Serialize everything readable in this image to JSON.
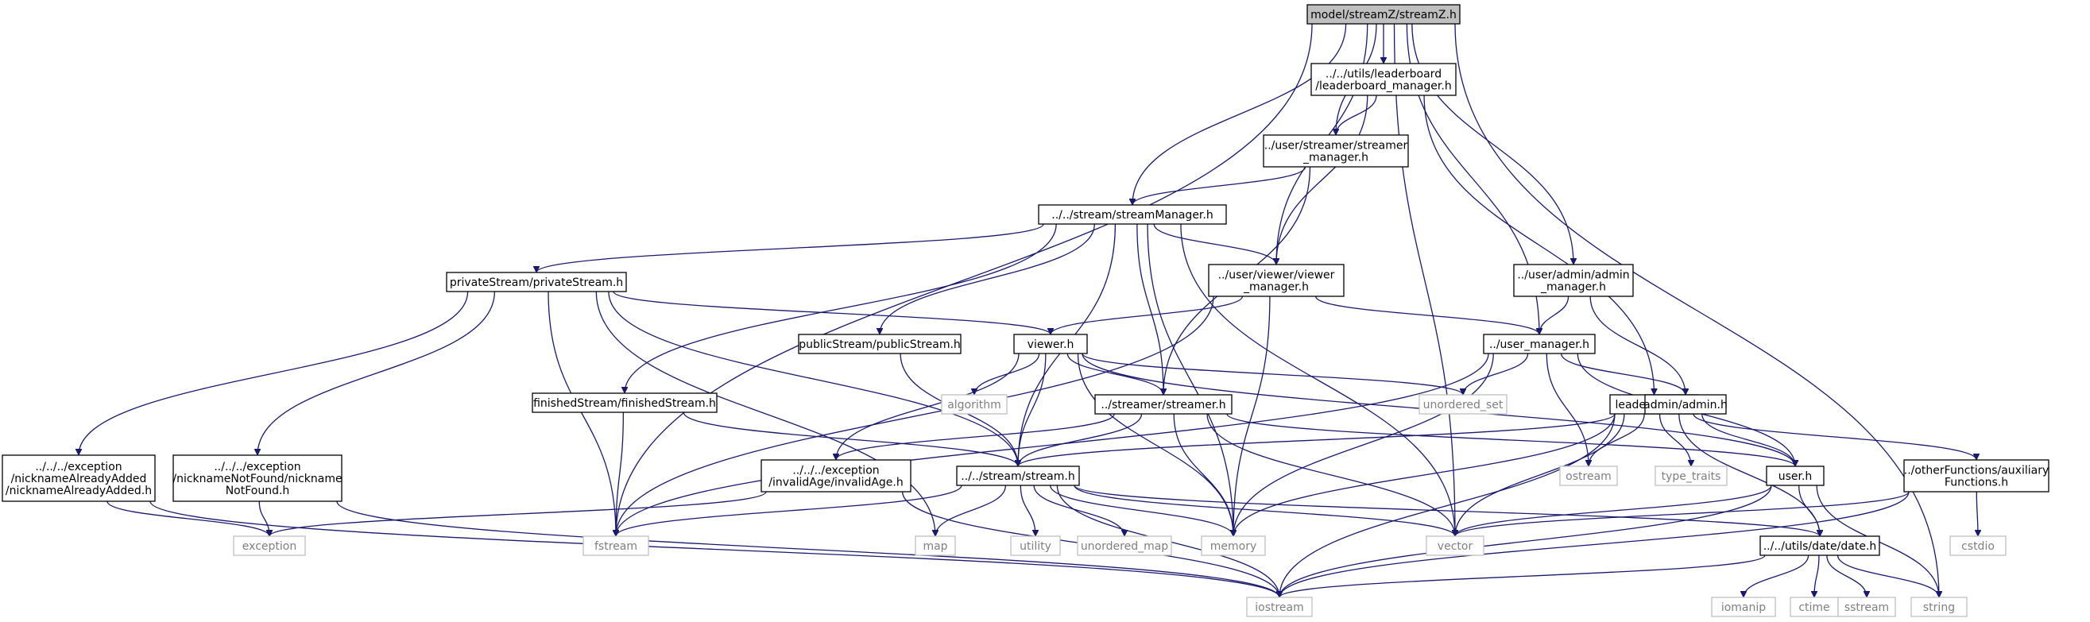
{
  "root": "model/streamZ/streamZ.h",
  "nodes": [
    {
      "id": "root",
      "lines": [
        "model/streamZ/streamZ.h"
      ],
      "kind": "root"
    },
    {
      "id": "leaderboard_manager",
      "lines": [
        "../../utils/leaderboard",
        "/leaderboard_manager.h"
      ],
      "kind": "local"
    },
    {
      "id": "streamer_manager",
      "lines": [
        "../user/streamer/streamer",
        "_manager.h"
      ],
      "kind": "local"
    },
    {
      "id": "streamManager",
      "lines": [
        "../../stream/streamManager.h"
      ],
      "kind": "local"
    },
    {
      "id": "privateStream",
      "lines": [
        "privateStream/privateStream.h"
      ],
      "kind": "local"
    },
    {
      "id": "viewer_manager",
      "lines": [
        "../user/viewer/viewer",
        "_manager.h"
      ],
      "kind": "local"
    },
    {
      "id": "admin_manager",
      "lines": [
        "../user/admin/admin",
        "_manager.h"
      ],
      "kind": "local"
    },
    {
      "id": "publicStream",
      "lines": [
        "publicStream/publicStream.h"
      ],
      "kind": "local"
    },
    {
      "id": "viewer",
      "lines": [
        "viewer.h"
      ],
      "kind": "local"
    },
    {
      "id": "user_manager",
      "lines": [
        "../user_manager.h"
      ],
      "kind": "local"
    },
    {
      "id": "finishedStream",
      "lines": [
        "finishedStream/finishedStream.h"
      ],
      "kind": "local"
    },
    {
      "id": "streamer",
      "lines": [
        "../streamer/streamer.h"
      ],
      "kind": "local"
    },
    {
      "id": "leaderboard",
      "lines": [
        "leaderboard.h"
      ],
      "kind": "local"
    },
    {
      "id": "admin",
      "lines": [
        "admin/admin.h"
      ],
      "kind": "local"
    },
    {
      "id": "nicknameAlreadyAdded",
      "lines": [
        "../../../exception",
        "/nicknameAlreadyAdded",
        "/nicknameAlreadyAdded.h"
      ],
      "kind": "local"
    },
    {
      "id": "nicknameNotFound",
      "lines": [
        "../../../exception",
        "/nicknameNotFound/nickname",
        "NotFound.h"
      ],
      "kind": "local"
    },
    {
      "id": "invalidAge",
      "lines": [
        "../../../exception",
        "/invalidAge/invalidAge.h"
      ],
      "kind": "local"
    },
    {
      "id": "stream",
      "lines": [
        "../../stream/stream.h"
      ],
      "kind": "local"
    },
    {
      "id": "user",
      "lines": [
        "user.h"
      ],
      "kind": "local"
    },
    {
      "id": "auxiliary",
      "lines": [
        "../otherFunctions/auxiliary",
        "Functions.h"
      ],
      "kind": "local"
    },
    {
      "id": "date",
      "lines": [
        "../../utils/date/date.h"
      ],
      "kind": "local"
    },
    {
      "id": "algorithm",
      "lines": [
        "algorithm"
      ],
      "kind": "system"
    },
    {
      "id": "unordered_set",
      "lines": [
        "unordered_set"
      ],
      "kind": "system"
    },
    {
      "id": "ostream",
      "lines": [
        "ostream"
      ],
      "kind": "system"
    },
    {
      "id": "type_traits",
      "lines": [
        "type_traits"
      ],
      "kind": "system"
    },
    {
      "id": "exception",
      "lines": [
        "exception"
      ],
      "kind": "system"
    },
    {
      "id": "fstream",
      "lines": [
        "fstream"
      ],
      "kind": "system"
    },
    {
      "id": "map",
      "lines": [
        "map"
      ],
      "kind": "system"
    },
    {
      "id": "utility",
      "lines": [
        "utility"
      ],
      "kind": "system"
    },
    {
      "id": "unordered_map",
      "lines": [
        "unordered_map"
      ],
      "kind": "system"
    },
    {
      "id": "memory",
      "lines": [
        "memory"
      ],
      "kind": "system"
    },
    {
      "id": "vector",
      "lines": [
        "vector"
      ],
      "kind": "system"
    },
    {
      "id": "cstdio",
      "lines": [
        "cstdio"
      ],
      "kind": "system"
    },
    {
      "id": "iostream",
      "lines": [
        "iostream"
      ],
      "kind": "system"
    },
    {
      "id": "iomanip",
      "lines": [
        "iomanip"
      ],
      "kind": "system"
    },
    {
      "id": "ctime",
      "lines": [
        "ctime"
      ],
      "kind": "system"
    },
    {
      "id": "sstream",
      "lines": [
        "sstream"
      ],
      "kind": "system"
    },
    {
      "id": "string",
      "lines": [
        "string"
      ],
      "kind": "system"
    }
  ],
  "edges": [
    [
      "root",
      "leaderboard_manager"
    ],
    [
      "root",
      "streamer_manager"
    ],
    [
      "root",
      "streamManager"
    ],
    [
      "root",
      "viewer_manager"
    ],
    [
      "root",
      "admin_manager"
    ],
    [
      "root",
      "user_manager"
    ],
    [
      "root",
      "fstream"
    ],
    [
      "root",
      "vector"
    ],
    [
      "root",
      "string"
    ],
    [
      "leaderboard_manager",
      "streamer_manager"
    ],
    [
      "leaderboard_manager",
      "viewer_manager"
    ],
    [
      "leaderboard_manager",
      "leaderboard"
    ],
    [
      "streamer_manager",
      "streamManager"
    ],
    [
      "streamer_manager",
      "streamer"
    ],
    [
      "streamManager",
      "privateStream"
    ],
    [
      "streamManager",
      "viewer_manager"
    ],
    [
      "streamManager",
      "publicStream"
    ],
    [
      "streamManager",
      "finishedStream"
    ],
    [
      "streamManager",
      "streamer"
    ],
    [
      "streamManager",
      "stream"
    ],
    [
      "streamManager",
      "memory"
    ],
    [
      "streamManager",
      "vector"
    ],
    [
      "privateStream",
      "viewer"
    ],
    [
      "privateStream",
      "stream"
    ],
    [
      "privateStream",
      "nicknameAlreadyAdded"
    ],
    [
      "privateStream",
      "nicknameNotFound"
    ],
    [
      "privateStream",
      "fstream"
    ],
    [
      "privateStream",
      "map"
    ],
    [
      "viewer_manager",
      "viewer"
    ],
    [
      "viewer_manager",
      "user_manager"
    ],
    [
      "viewer_manager",
      "fstream"
    ],
    [
      "viewer_manager",
      "memory"
    ],
    [
      "admin_manager",
      "user_manager"
    ],
    [
      "admin_manager",
      "admin"
    ],
    [
      "publicStream",
      "stream"
    ],
    [
      "viewer",
      "algorithm"
    ],
    [
      "viewer",
      "streamer"
    ],
    [
      "viewer",
      "unordered_set"
    ],
    [
      "viewer",
      "invalidAge"
    ],
    [
      "viewer",
      "stream"
    ],
    [
      "viewer",
      "user"
    ],
    [
      "viewer",
      "memory"
    ],
    [
      "user_manager",
      "fstream"
    ],
    [
      "user_manager",
      "unordered_set"
    ],
    [
      "user_manager",
      "admin"
    ],
    [
      "user_manager",
      "user"
    ],
    [
      "user_manager",
      "ostream"
    ],
    [
      "user_manager",
      "memory"
    ],
    [
      "finishedStream",
      "stream"
    ],
    [
      "finishedStream",
      "fstream"
    ],
    [
      "streamer",
      "invalidAge"
    ],
    [
      "streamer",
      "stream"
    ],
    [
      "streamer",
      "user"
    ],
    [
      "streamer",
      "memory"
    ],
    [
      "streamer",
      "vector"
    ],
    [
      "leaderboard",
      "stream"
    ],
    [
      "leaderboard",
      "ostream"
    ],
    [
      "leaderboard",
      "type_traits"
    ],
    [
      "leaderboard",
      "auxiliary"
    ],
    [
      "leaderboard",
      "date"
    ],
    [
      "leaderboard",
      "vector"
    ],
    [
      "leaderboard",
      "memory"
    ],
    [
      "leaderboard",
      "iostream"
    ],
    [
      "admin",
      "user"
    ],
    [
      "nicknameAlreadyAdded",
      "exception"
    ],
    [
      "nicknameAlreadyAdded",
      "iostream"
    ],
    [
      "nicknameNotFound",
      "exception"
    ],
    [
      "nicknameNotFound",
      "iostream"
    ],
    [
      "invalidAge",
      "exception"
    ],
    [
      "invalidAge",
      "iostream"
    ],
    [
      "stream",
      "fstream"
    ],
    [
      "stream",
      "map"
    ],
    [
      "stream",
      "utility"
    ],
    [
      "stream",
      "unordered_map"
    ],
    [
      "stream",
      "memory"
    ],
    [
      "stream",
      "vector"
    ],
    [
      "stream",
      "iostream"
    ],
    [
      "stream",
      "date"
    ],
    [
      "user",
      "vector"
    ],
    [
      "user",
      "date"
    ],
    [
      "user",
      "iostream"
    ],
    [
      "user",
      "string"
    ],
    [
      "auxiliary",
      "vector"
    ],
    [
      "auxiliary",
      "cstdio"
    ],
    [
      "auxiliary",
      "iostream"
    ],
    [
      "date",
      "iomanip"
    ],
    [
      "date",
      "ctime"
    ],
    [
      "date",
      "sstream"
    ],
    [
      "date",
      "string"
    ],
    [
      "date",
      "iostream"
    ]
  ]
}
